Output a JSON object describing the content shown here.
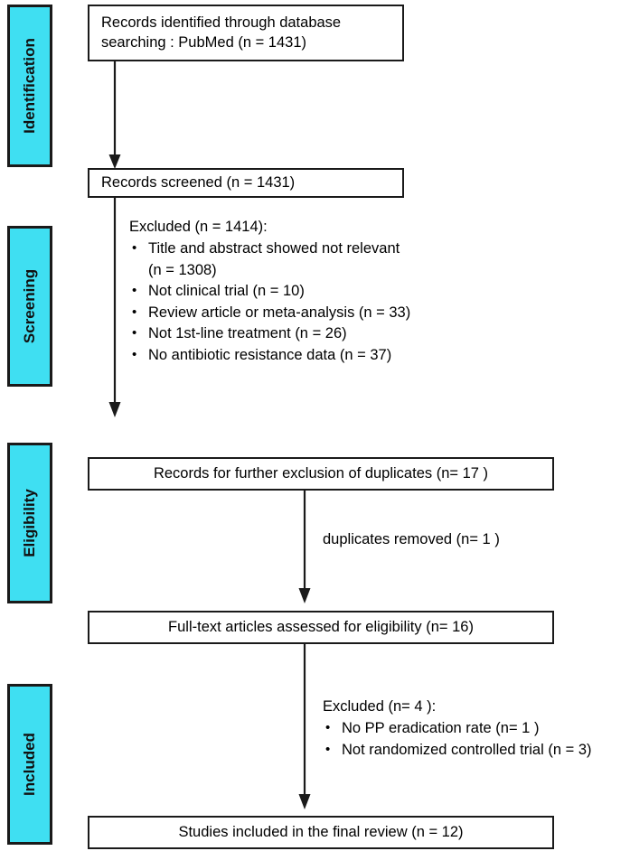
{
  "figure": {
    "type": "prisma-flow-diagram",
    "accent_color": "#3FDFF2",
    "line_color": "#1a1a1a",
    "background": "#ffffff"
  },
  "stages": [
    {
      "id": "identification",
      "label": "Identification"
    },
    {
      "id": "screening",
      "label": "Screening"
    },
    {
      "id": "eligibility",
      "label": "Eligibility"
    },
    {
      "id": "included",
      "label": "Included"
    }
  ],
  "boxes": {
    "records_identified": {
      "line1": "Records identified through database",
      "line2": "searching : PubMed (n = 1431)"
    },
    "records_screened": {
      "line1": "Records screened (n = 1431)"
    },
    "records_duplicates": {
      "line1": "Records for further exclusion of duplicates (n= 17 )"
    },
    "full_text_assessed": {
      "line1": "Full-text articles assessed for eligibility (n=  16)"
    },
    "studies_included": {
      "line1": "Studies included in the final review (n = 12)"
    }
  },
  "annotations": {
    "screening_excluded": {
      "heading": "Excluded (n = 1414):",
      "bullet_glyph": "•",
      "items": [
        {
          "text": "Title and abstract showed not relevant",
          "continuation": "(n = 1308)"
        },
        {
          "text": "Not clinical trial (n = 10)",
          "continuation": ""
        },
        {
          "text": "Review article or meta-analysis (n = 33)",
          "continuation": ""
        },
        {
          "text": "Not 1st-line treatment (n = 26)",
          "continuation": ""
        },
        {
          "text": "No antibiotic resistance data (n = 37)",
          "continuation": ""
        }
      ]
    },
    "duplicates_removed": {
      "text": "duplicates removed (n= 1 )"
    },
    "eligibility_excluded": {
      "heading": "Excluded (n= 4 ):",
      "bullet_glyph": "•",
      "items": [
        {
          "text": "No PP eradication rate (n= 1 )",
          "continuation": ""
        },
        {
          "text": "Not randomized controlled trial (n = 3)",
          "continuation": ""
        }
      ]
    }
  },
  "arrows": [
    {
      "id": "identified-to-screened"
    },
    {
      "id": "screened-to-duplicates"
    },
    {
      "id": "duplicates-to-fulltext"
    },
    {
      "id": "fulltext-to-included"
    }
  ]
}
